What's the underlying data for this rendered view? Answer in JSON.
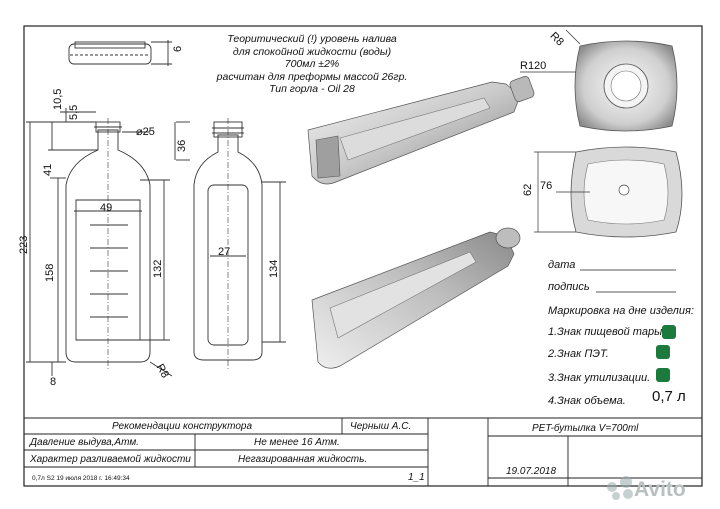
{
  "notes": {
    "line1": "Теоритический (!) уровень налива",
    "line2": "для спокойной жидкости (воды)",
    "line3": "700мл ±2%",
    "line4": "расчитан для преформы массой 26гр.",
    "line5": "Тип горла - Oil 28"
  },
  "dims": {
    "d6": "6",
    "d10_5": "10,5",
    "d5_5": "5,5",
    "d25": "⌀25",
    "d36": "36",
    "d41": "41",
    "d49": "49",
    "d27": "27",
    "d223": "223",
    "d158": "158",
    "d132": "132",
    "d134": "134",
    "d8": "8",
    "r8_bottom": "R8",
    "r8_top": "R8",
    "r120": "R120",
    "d62": "62",
    "d76": "76"
  },
  "marks": {
    "date": "дата",
    "signature": "подпись",
    "title": "Маркировка на дне изделия:",
    "item1": "1.Знак пищевой тары.",
    "item2": "2.Знак ПЭТ.",
    "item3": "3.Знак утилизации.",
    "item4": "4.Знак объема.",
    "volume": "0,7 л"
  },
  "title_block": {
    "row1_left": "Рекомендации конструктора",
    "row1_right": "Черныш А.С.",
    "row2_left": "Давление выдува,Атм.",
    "row2_right": "Не менее 16 Атм.",
    "row3_left": "Характер разливаемой жидкости",
    "row3_right": "Негазированная жидкость.",
    "product": "PET-бутылка V=700ml",
    "date": "19.07.2018",
    "sheet": "1_1",
    "footer": "0,7л  S2  19 июля 2018 г.   16:49:34"
  },
  "watermark": "Avito"
}
